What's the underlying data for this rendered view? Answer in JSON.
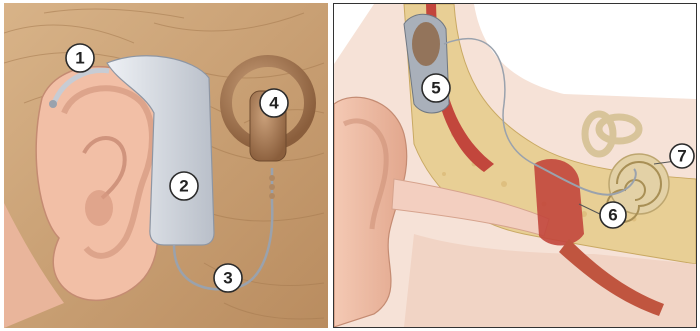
{
  "left_panel": {
    "callouts": [
      {
        "number": "1",
        "part": "microphone"
      },
      {
        "number": "2",
        "part": "speech-processor"
      },
      {
        "number": "3",
        "part": "cable"
      },
      {
        "number": "4",
        "part": "transmitter-coil"
      }
    ]
  },
  "right_panel": {
    "callouts": [
      {
        "number": "5",
        "part": "implanted-receiver"
      },
      {
        "number": "6",
        "part": "electrode-array"
      },
      {
        "number": "7",
        "part": "auditory-nerve"
      }
    ]
  },
  "colors": {
    "hair": "#c9a174",
    "skin": "#f2bfa6",
    "processor": "#d9dde4",
    "coil": "#a97955",
    "bone": "#e8cf95",
    "cochlea": "#d8c49a",
    "canal_red": "#c2463c"
  }
}
